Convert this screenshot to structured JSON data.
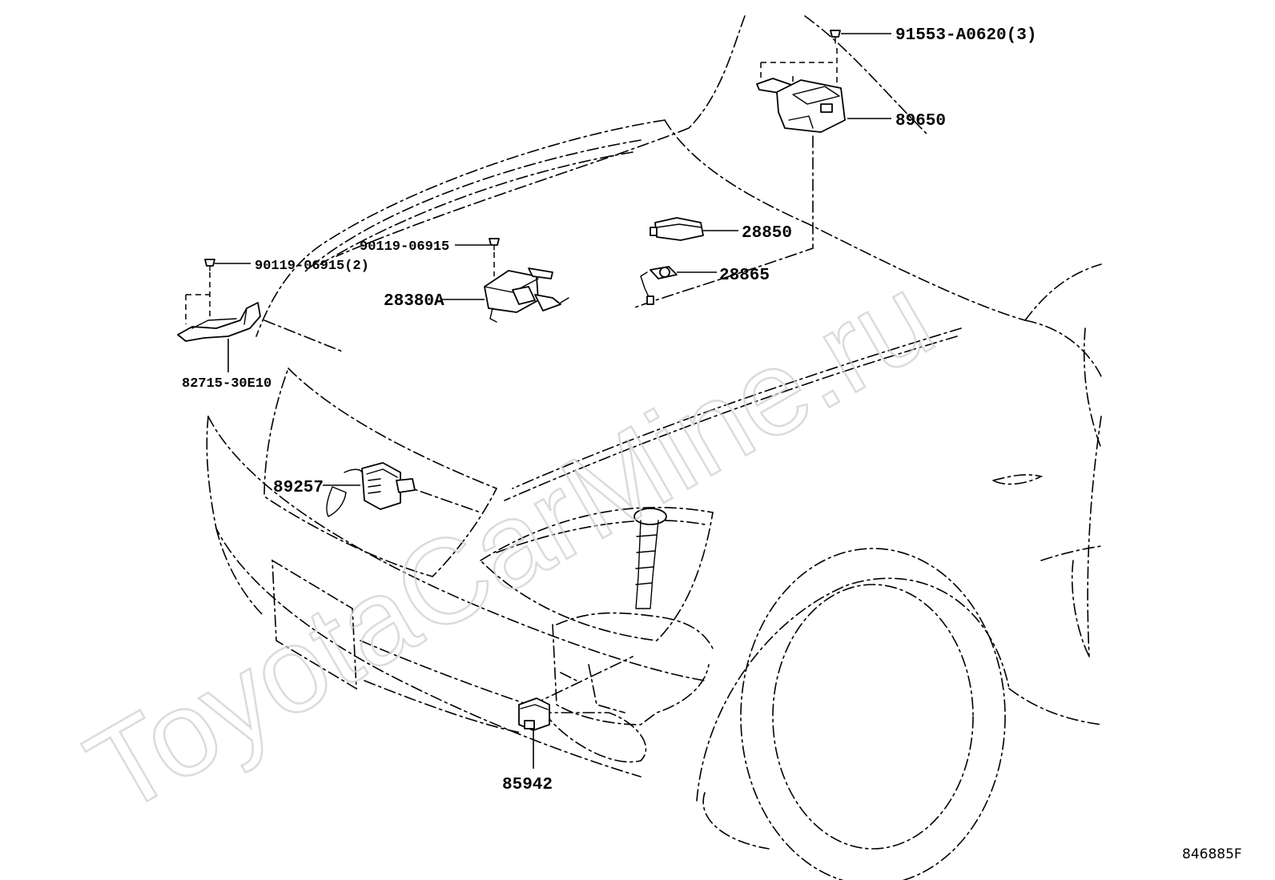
{
  "watermark": "ToyotaCarMine.ru",
  "drawing_ref": "846885F",
  "callouts": {
    "bolt_top": "91553-A0620(3)",
    "module_top": "89650",
    "sensor_28850": "28850",
    "sensor_28865": "28865",
    "bolt_mid": "90119-06915",
    "bolt_left": "90119-06915(2)",
    "actuator": "28380A",
    "bracket": "82715-30E10",
    "sensor_grille": "89257",
    "relay": "85942"
  }
}
